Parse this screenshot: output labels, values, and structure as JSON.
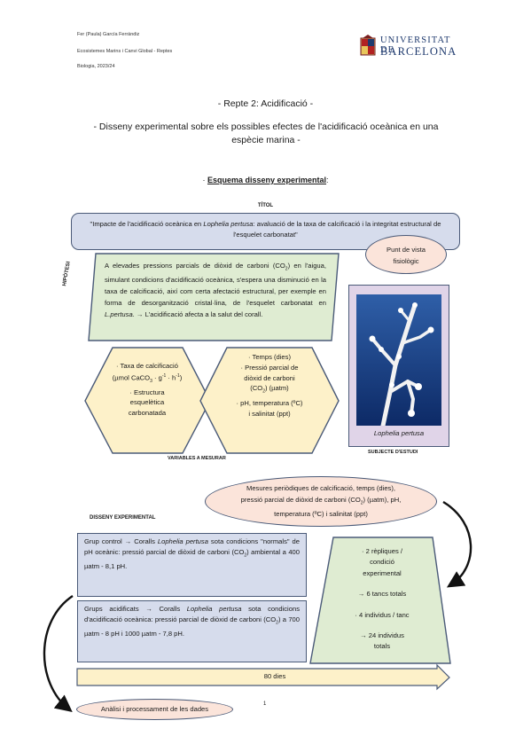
{
  "header": {
    "author": "Fer (Paula) García Ferrándiz",
    "course": "Ecosistemes Marins i Canvi Global - Reptes",
    "degree": "Biologia, 2023/24"
  },
  "logo": {
    "line1": "UNIVERSITAT DE",
    "line2": "BARCELONA"
  },
  "title": {
    "repte": "- Repte 2: Acidificació -",
    "main": "- Disseny experimental sobre els possibles efectes de l'acidificació oceànica en una espècie marina -"
  },
  "subtitle": {
    "prefix": "· ",
    "text": "Esquema disseny experimental",
    "suffix": ":"
  },
  "titol": {
    "label": "TÍTOL",
    "part1": "\"Impacte de l'acidificació oceànica en ",
    "species": "Lophelia pertusa",
    "part2": ": avaluació de la taxa de calcificació i la integritat estructural de l'esquelet carbonatat\""
  },
  "punt": {
    "line1": "Punt de vista",
    "line2": "fisiològic"
  },
  "hipotesi": {
    "label": "HIPÒTESI",
    "part1": "A elevades pressions parcials de diòxid de carboni (CO",
    "part2": ") en l'aigua, simulant condicions d'acidificació oceànica, s'espera una disminució en la taxa de calcificació, així com certa afectació estructural, per exemple en forma de desorganització cristal·lina, de l'esquelet carbonatat en ",
    "species": "L.pertusa",
    "part3": ". → L'acidificació afecta a la salut del corall."
  },
  "hex1": {
    "line1": "· Taxa de calcificació",
    "line2a": "(µmol CaCO",
    "line2b": " · g",
    "line2c": " · h",
    "line2d": ")",
    "line3": "· Estructura",
    "line4": "esquelètica",
    "line5": "carbonatada"
  },
  "hex2": {
    "line1": "· Temps (dies)",
    "line2": "· Pressió parcial de",
    "line3": "diòxid de carboni",
    "line4a": "(CO",
    "line4b": ") (µatm)",
    "line5": "· pH, temperatura (ºC)",
    "line6": "i salinitat (ppt)"
  },
  "variables_label": "VARIABLES A MESURAR",
  "subject": {
    "caption": "Lophelia pertusa",
    "label": "SUBJECTE D'ESTUDI"
  },
  "mesures": {
    "line1": "Mesures periòdiques de calcificació, temps (dies),",
    "line2a": "pressió parcial de diòxid de carboni (CO",
    "line2b": ") (µatm), pH,",
    "line3": "temperatura (ºC) i salinitat (ppt)"
  },
  "disseny_label": "DISSENY EXPERIMENTAL",
  "grup_control": {
    "part1": "Grup control  →  Coralls ",
    "species": "Lophelia pertusa",
    "part2": " sota condicions \"normals\" de pH oceànic: pressió parcial de diòxid de carboni (CO",
    "part3": ") ambiental a 400 µatm - 8,1 pH."
  },
  "grups_acid": {
    "part1": "Grups acidificats  →  Coralls ",
    "species": "Lophelia pertusa",
    "part2": " sota condicions d'acidificació oceànica: pressió parcial de diòxid de carboni (CO",
    "part3": ") a 700 µatm - 8 pH i 1000 µatm - 7,8 pH."
  },
  "trapezi": {
    "line1": "· 2 rèpliques /",
    "line2": "condició",
    "line3": "experimental",
    "line4": "→ 6 tancs totals",
    "line5": "· 4 individus / tanc",
    "line6": "→ 24 individus",
    "line7": "totals"
  },
  "arrow_label": "80 dies",
  "analisi": "Anàlisi i processament de les dades",
  "page_number": "1",
  "colors": {
    "blue_box": "#d6dcec",
    "green_box": "#dfecd2",
    "yellow_box": "#fdf1c9",
    "pink_box": "#fbe4da",
    "lilac_frame": "#e0d4e8",
    "border": "#4a5a78"
  }
}
